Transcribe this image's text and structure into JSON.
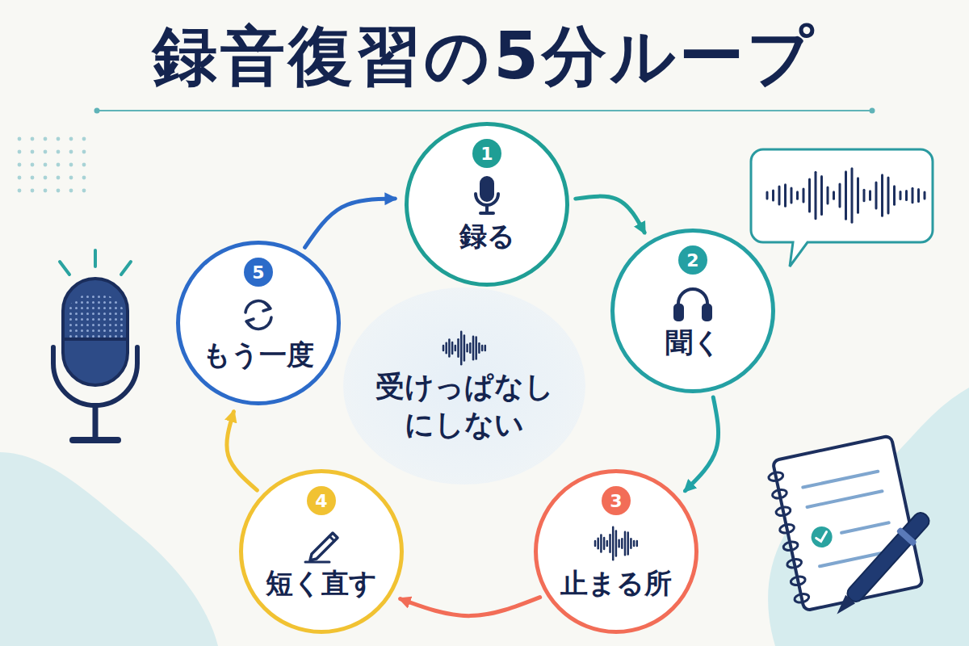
{
  "diagram": {
    "title": "録音復習の5分ループ",
    "nodes": [
      {
        "text": [
          "1",
          "録る"
        ]
      },
      {
        "text": [
          "2",
          "聞く"
        ]
      },
      {
        "text": [
          "3",
          "止まる所"
        ]
      },
      {
        "text": [
          "4",
          "短く直す"
        ]
      },
      {
        "text": [
          "5",
          "もう一度"
        ]
      },
      {
        "text": [
          "受けっぱなし にしない"
        ]
      }
    ],
    "edges": [
      {
        "from": 0,
        "to": 1,
        "arrow": "to"
      },
      {
        "from": 1,
        "to": 2,
        "arrow": "to"
      },
      {
        "from": 2,
        "to": 3,
        "arrow": "to"
      },
      {
        "from": 3,
        "to": 4,
        "arrow": "to"
      },
      {
        "from": 4,
        "to": 0,
        "arrow": "to"
      }
    ]
  }
}
